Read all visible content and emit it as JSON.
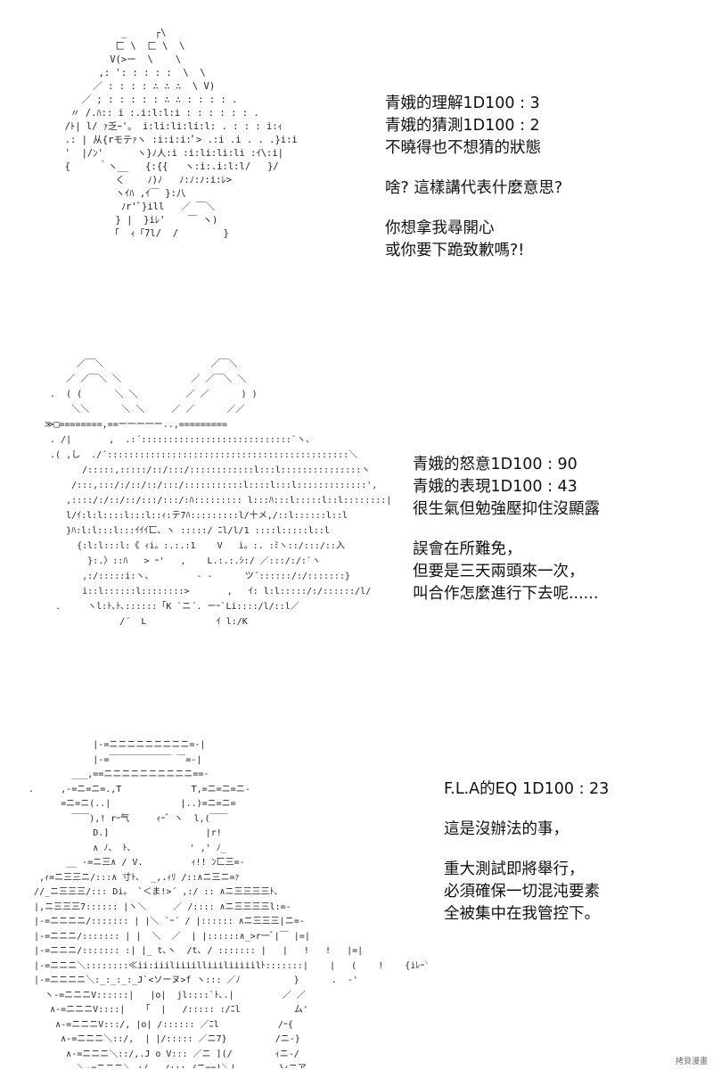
{
  "panels": [
    {
      "art": "            _     ┌\\\n           匚 \\  匚 \\  \\\n          V(>ー  \\    \\\n        ,: ': : : : :  \\  \\\n       ／ : : : : ∴ ∴ ∴  \\ V)\n     ／ ; : : : : : ∴ ∴ : : : : .\n   〃 /.ﾊ:: i :.i:l:l:i : : : : : : .\n  /ﾄ| l/ ｧ乏ｰ'。 i:li:li:li:l: . : : : i:ｨ\n  .: | 从{rモテｧヽ :i:i:i:ﾟ> .:i .i . . .}i:i\n  '  |/ﾝ'      ヽ}ﾉ人:i :i:li:li:li :ｲ\\:i|\n  {     ｀ヽ__   {:{{   ヽ:i:.i:l:l/   }/\n           く    ﾉ)ﾉ   ﾉ:ﾉ:ﾉ:i:ﾚ>\n           ヽｲﾊ ,ｲ￣ }:八\n            ﾉr'ﾞ}ill   ／ ￣＼\n           } |  }iﾚ'    ￣ ヽ)\n          「  ｨ「7l/  /        }",
      "dialog": [
        "青娥的理解1D100 : 3",
        "青娥的猜測1D100 : 2",
        "不曉得也不想猜的狀態",
        "",
        "啥? 這樣講代表什麼意思?",
        "",
        "你想拿我尋開心",
        "或你要下跪致歉嗎?!"
      ]
    },
    {
      "art": "      ／￣＼                    ／￣＼\n    ／ ／￣＼ ＼             ／ ／￣＼ ＼\n .  ( (      ＼ ＼         ／ ／      ) )\n     ＼＼      ＼ ＼     ／ ／      ／／\n≫□========,==ー一ー一ー..,=========\n . /|       ,  .:´::::::::::::::::::::::::::::`ヽ、\n .( ,し  ./´:::::::::::::::::::::::::::::::::::::::::::::＼\n       /:::::,:::::/::/:::/::::::::::::l:::l:::::::::::::::ヽ\n     /:::,:::/:/::/::/:::/:::::::::::l::::l:::l:::::::::::::',\n    ,::::/:/::/::/:::/:::/:ﾊ::::::::: l:::ﾊ:::l:::::l::l::::::::|\n    l/ｲ:l:l::::l:::l::ｨ:テ7ﾊ:::::::::l/十メ,/::l::::::l::l\n    }ﾊ:l:l:::l:::ｲｲｲ匸、ヽ :::::/ ﾆl/l/1 ::::l:::::l::l\n      {:l:l:::l:《 ｨi。:.:.:1    V   i。:. :ﾐヽ::/:::/::入\n        }:.〉::ﾊ   > ｰ'   ,    L.:.:.ｼ:/ ／:::/:/:`ヽ\n       ,:/:::::i:ヽ、        - -      ツ´::::::/:/:::::::}\n       i::l::::::l::::::::>       ,   ｲ: l:l:::::/:/::::::/l/\n  .     ヽl:ﾄ､ﾄ､::::::「K `ニ´. ーｰ`Li::::/l/::l／\n              /´  L             ｲ l:/K",
      "dialog": [
        "青娥的怒意1D100 : 90",
        "青娥的表現1D100 : 43",
        "很生氣但勉強壓抑住沒顯露",
        "",
        "誤會在所難免，",
        "但要是三天兩頭來一次，",
        "叫合作怎麼進行下去呢......"
      ]
    },
    {
      "art": "              |-=ニニニニニニニニニ=-|\n              |-=￣￣￣￣￣￣￣ ￣=-|\n          ___,==ニニニニニニニニニニ==-\n  .     ,-=ニ=ニ=.,T             T,=ニ=ニ=ニ-\n        =ニ=ニ(..|             |..)=ニ=ニ=\n          ￣￣),! rｰ气     ｨｰ゛ヽ  l,(￣￣\n              D.]                  |r!\n              ∧ ﾉ、 ﾄ、          ' ,' ﾉ_\n         __ -=ニ三∧ / V.         ｨ!! ﾝ匚三=-\n    ,ｨ=ニ三三ニ/:::∧ 寸ﾄ､  _,.ｨﾘ /::∧ニ三ニ=ｧ\n   //_ニ三三三/::: Di。 `＜ま!>´ ,:/ :: ∧ニ三三三三ﾄ､\n   |,ニ三三三7:::::: |ヽ＼     ／ /:::: ∧ニ三三三三l:=-\n   |-=ニニニニ/::::::: | |＼ `ｰ´ / |:::::: ∧ニ三三三|ニ=-\n   |-=ニニニ/::::::: | |  ＼  ／  | |::::::∧_>r一ﾞ|￣ |=|\n   |-=ニニニ/::::::: :| |_ t､ヽ  /t､ / ::::::: |   |   !   !   |=|\n   |-=ニニニ＼::::::::≪ii:iiiliiiilliiiliiiiilﾄ:::::::|    |   (    !    {iﾚｰ＼\n   |-=ニニニニ＼:_:_:_:_J`<ソーヌ>f ヽ::: ／ﾉ          }      .  -'\n     ヽ-=ニニニV::::::|   |o|  jl::::`ﾄ､.|         ／ ／\n      ∧-=ニニニV::::|   「  |   /::::: :/ﾆl          ム'\n       ∧-=ニニニV:::/, |o| /:::::: ／ﾆl           /ｰ{\n        ∧-=ニニニ＼::/,  | |/::::: ／ニ7}         /ニ-}\n         ∧-=ニニニ＼::/,.J o V::: ／ニ ](/        ｨニ-/\n           ＼-=ニニニ＼.:/,  /::: /ニ==|＼|        }ｨニア",
      "dialog": [
        "F.L.A的EQ  1D100 : 23",
        "",
        "這是沒辦法的事，",
        "",
        "重大測試即將舉行，",
        "必須確保一切混沌要素",
        "全被集中在我管控下。"
      ]
    }
  ],
  "watermark": "拷貝漫畫"
}
